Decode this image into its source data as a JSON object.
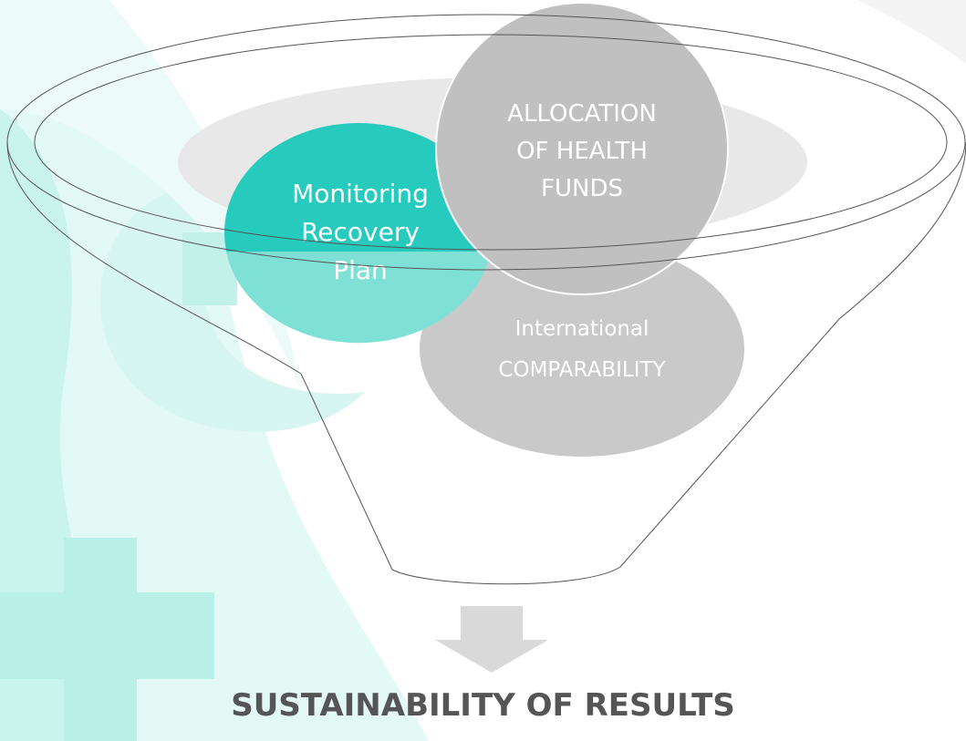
{
  "diagram": {
    "circles": [
      {
        "id": "monitoring",
        "lines": [
          "Monitoring",
          "Recovery",
          "Plan"
        ],
        "fill": "#26cbbd",
        "text_color": "#ffffff"
      },
      {
        "id": "allocation",
        "lines": [
          "ALLOCATION",
          "OF HEALTH",
          "FUNDS"
        ],
        "fill": "#bfbfbf",
        "text_color": "#ffffff"
      },
      {
        "id": "international",
        "lines": [
          "International",
          "COMPARABILITY"
        ],
        "fill": "#c8c8c8",
        "text_color": "#ffffff"
      }
    ],
    "result": "SUSTAINABILITY OF RESULTS"
  },
  "colors": {
    "accent_teal": "#26cbbd",
    "background_teal": "#d4f6f2",
    "funnel_gray": "#e6e6e6",
    "arrow_gray": "#d9d9d9",
    "title_gray": "#555555"
  },
  "icons": [
    "medical-cross-icon",
    "down-arrow-icon"
  ]
}
